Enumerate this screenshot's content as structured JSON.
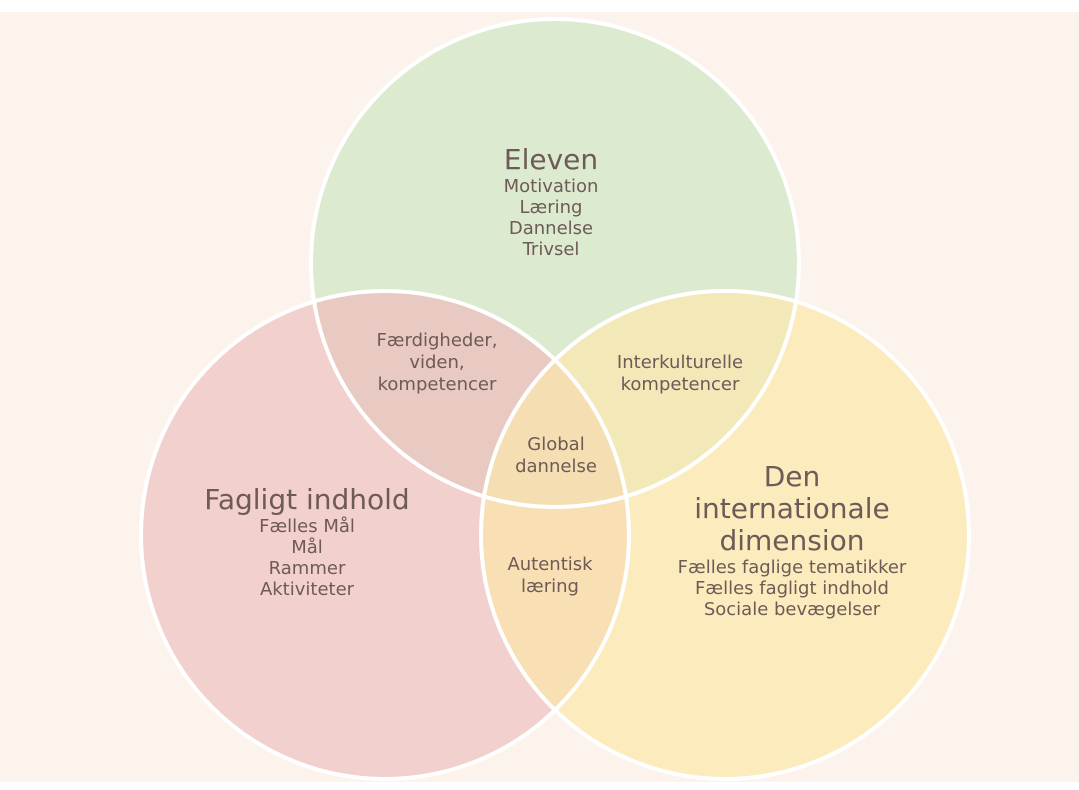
{
  "colors": {
    "background": "#fcf3ec",
    "circle_eleven": "#dcebd0",
    "circle_fagligt": "#f2d0cd",
    "circle_den": "#fcebbd",
    "overlap_eleven_fagligt": "#e8cac2",
    "overlap_eleven_den": "#f2e8b8",
    "overlap_fagligt_den": "#f8dfb4",
    "overlap_center": "#f5deb2",
    "stroke": "#ffffff",
    "text": "#6e5a56"
  },
  "circles": {
    "eleven": {
      "title": "Eleven",
      "items": [
        "Motivation",
        "Læring",
        "Dannelse",
        "Trivsel"
      ]
    },
    "fagligt": {
      "title": "Fagligt indhold",
      "items": [
        "Fælles Mål",
        "Mål",
        "Rammer",
        "Aktiviteter"
      ]
    },
    "den": {
      "title_lines": [
        "Den",
        "internationale",
        "dimension"
      ],
      "items": [
        "Fælles faglige tematikker",
        "Fælles fagligt indhold",
        "Sociale bevægelser"
      ]
    }
  },
  "overlaps": {
    "eleven_fagligt": [
      "Færdigheder,",
      "viden,",
      "kompetencer"
    ],
    "eleven_den": [
      "Interkulturelle",
      "kompetencer"
    ],
    "fagligt_den": [
      "Autentisk",
      "læring"
    ],
    "center": [
      "Global",
      "dannelse"
    ]
  }
}
